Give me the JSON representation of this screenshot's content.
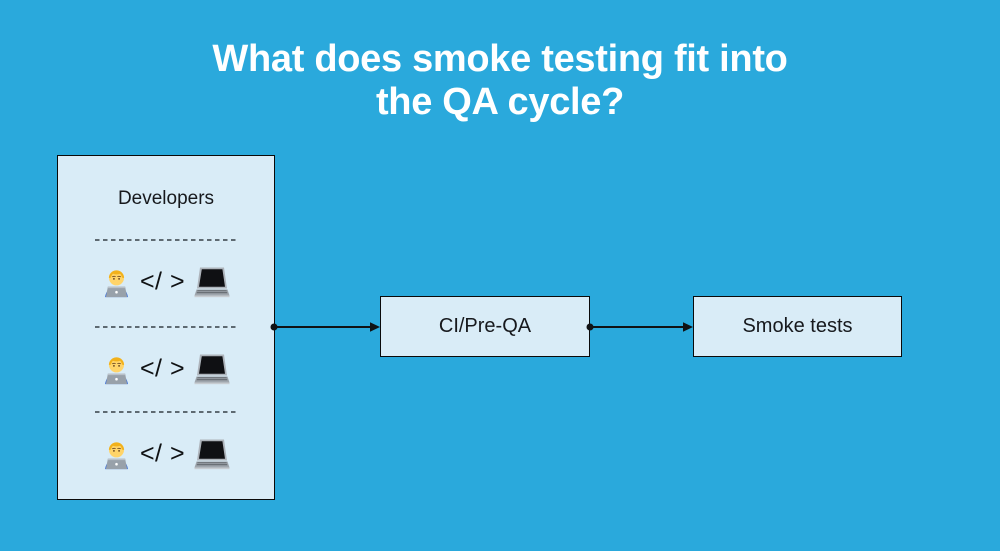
{
  "title": {
    "line1": "What does smoke testing fit into",
    "line2": "the QA cycle?"
  },
  "colors": {
    "background": "#2AA9DC",
    "box_fill": "#D9ECF7",
    "box_border": "#0A0A0A",
    "title_text": "#FFFFFF",
    "body_text": "#17191D",
    "arrow": "#101214",
    "divider_dashes": "#5E6A72"
  },
  "developers": {
    "label": "Developers",
    "rows": [
      {
        "left_icon": "technologist-emoji",
        "code_text": "</ >",
        "right_icon": "laptop-emoji"
      },
      {
        "left_icon": "technologist-emoji",
        "code_text": "</ >",
        "right_icon": "laptop-emoji"
      },
      {
        "left_icon": "technologist-emoji",
        "code_text": "</ >",
        "right_icon": "laptop-emoji"
      }
    ]
  },
  "nodes": [
    {
      "id": "ci-pre-qa",
      "label": "CI/Pre-QA"
    },
    {
      "id": "smoke-tests",
      "label": "Smoke tests"
    }
  ],
  "edges": [
    {
      "from": "developers",
      "to": "ci-pre-qa"
    },
    {
      "from": "ci-pre-qa",
      "to": "smoke-tests"
    }
  ]
}
